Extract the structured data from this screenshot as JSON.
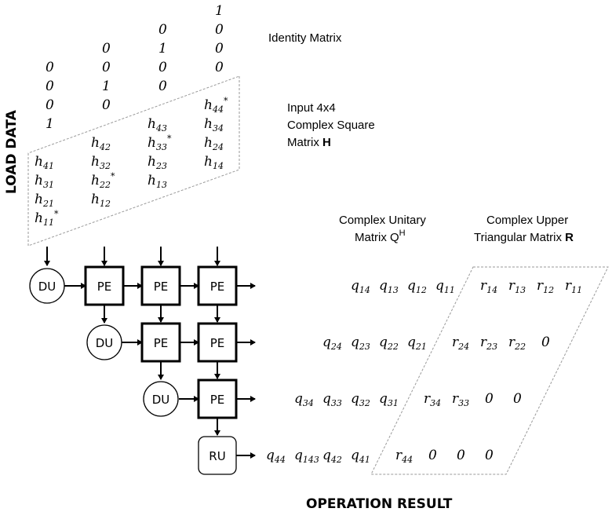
{
  "title_load": "LOAD DATA",
  "title_result": "OPERATION RESULT",
  "labels": {
    "identity": "Identity Matrix",
    "input_l1": "Input 4x4",
    "input_l2": "Complex Square",
    "input_l3": "Matrix ",
    "input_bold": "H",
    "q_l1": "Complex Unitary",
    "q_l2": "Matrix Q",
    "q_sup": "H",
    "r_l1": "Complex Upper",
    "r_l2": "Triangular Matrix ",
    "r_bold": "R"
  },
  "blocks": {
    "pe": "PE",
    "du": "DU",
    "ru": "RU"
  },
  "identity_cells": [
    {
      "t": "1"
    },
    {
      "t": "0"
    },
    {
      "t": "0"
    },
    {
      "t": "0"
    },
    {
      "t": "0"
    },
    {
      "t": "1"
    },
    {
      "t": "0"
    },
    {
      "t": "0"
    },
    {
      "t": "0"
    },
    {
      "t": "0"
    },
    {
      "t": "1"
    },
    {
      "t": "0"
    },
    {
      "t": "0"
    },
    {
      "t": "0"
    },
    {
      "t": "0"
    },
    {
      "t": "1"
    }
  ],
  "input_cells": [
    {
      "b": "h",
      "s": "44",
      "star": "*"
    },
    {
      "b": "h",
      "s": "43"
    },
    {
      "b": "h",
      "s": "42"
    },
    {
      "b": "h",
      "s": "41"
    },
    {
      "b": "h",
      "s": "34"
    },
    {
      "b": "h",
      "s": "33",
      "star": "*"
    },
    {
      "b": "h",
      "s": "32"
    },
    {
      "b": "h",
      "s": "31"
    },
    {
      "b": "h",
      "s": "24"
    },
    {
      "b": "h",
      "s": "23"
    },
    {
      "b": "h",
      "s": "22",
      "star": "*"
    },
    {
      "b": "h",
      "s": "21"
    },
    {
      "b": "h",
      "s": "14"
    },
    {
      "b": "h",
      "s": "13"
    },
    {
      "b": "h",
      "s": "12"
    },
    {
      "b": "h",
      "s": "11",
      "star": "*"
    }
  ],
  "q_cells": [
    {
      "b": "q",
      "s": "14"
    },
    {
      "b": "q",
      "s": "13"
    },
    {
      "b": "q",
      "s": "12"
    },
    {
      "b": "q",
      "s": "11"
    },
    {
      "b": "q",
      "s": "24"
    },
    {
      "b": "q",
      "s": "23"
    },
    {
      "b": "q",
      "s": "22"
    },
    {
      "b": "q",
      "s": "21"
    },
    {
      "b": "q",
      "s": "34"
    },
    {
      "b": "q",
      "s": "33"
    },
    {
      "b": "q",
      "s": "32"
    },
    {
      "b": "q",
      "s": "31"
    },
    {
      "b": "q",
      "s": "44"
    },
    {
      "b": "q",
      "s": "143"
    },
    {
      "b": "q",
      "s": "42"
    },
    {
      "b": "q",
      "s": "41"
    }
  ],
  "r_cells": [
    {
      "b": "r",
      "s": "14"
    },
    {
      "b": "r",
      "s": "13"
    },
    {
      "b": "r",
      "s": "12"
    },
    {
      "b": "r",
      "s": "11"
    },
    {
      "b": "r",
      "s": "24"
    },
    {
      "b": "r",
      "s": "23"
    },
    {
      "b": "r",
      "s": "22"
    },
    {
      "b": "0",
      "s": ""
    },
    {
      "b": "r",
      "s": "34"
    },
    {
      "b": "r",
      "s": "33"
    },
    {
      "b": "0",
      "s": ""
    },
    {
      "b": "0",
      "s": ""
    },
    {
      "b": "r",
      "s": "44"
    },
    {
      "b": "0",
      "s": ""
    },
    {
      "b": "0",
      "s": ""
    },
    {
      "b": "0",
      "s": ""
    }
  ]
}
